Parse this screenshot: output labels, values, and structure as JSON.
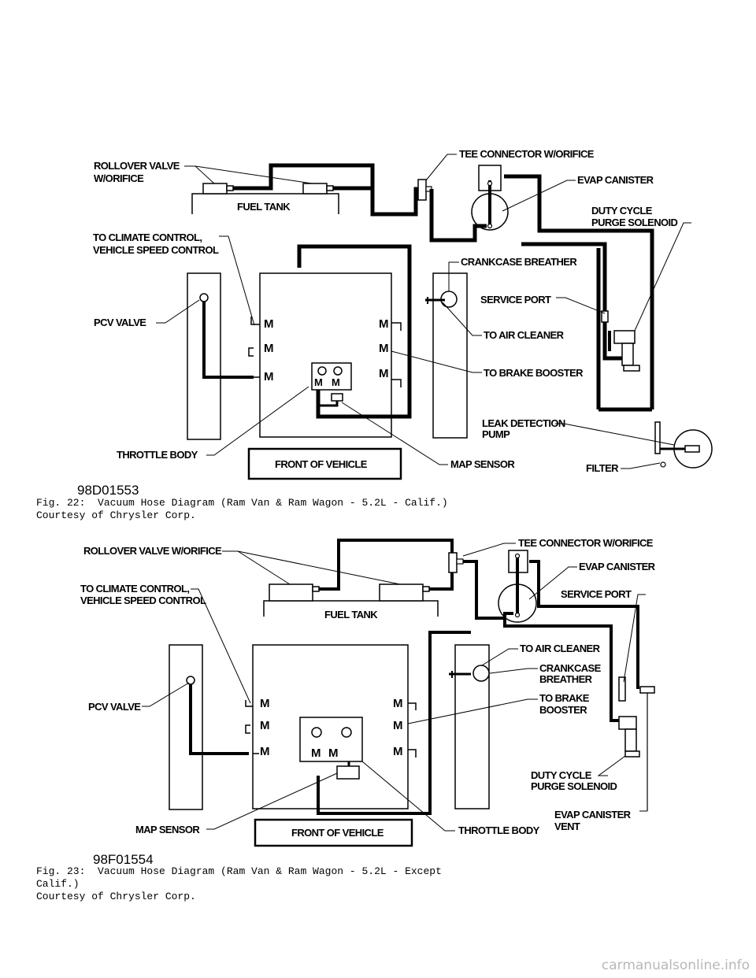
{
  "figure22": {
    "id": "98D01553",
    "labels": {
      "rollover": [
        "ROLLOVER VALVE",
        "W/ORIFICE"
      ],
      "tee": "TEE CONNECTOR W/ORIFICE",
      "evap_canister": "EVAP CANISTER",
      "duty_cycle": [
        "DUTY CYCLE",
        "PURGE SOLENOID"
      ],
      "fuel_tank": "FUEL TANK",
      "climate": [
        "TO CLIMATE CONTROL,",
        "VEHICLE SPEED CONTROL"
      ],
      "crankcase": "CRANKCASE BREATHER",
      "service_port": "SERVICE PORT",
      "pcv": "PCV VALVE",
      "air_cleaner": "TO AIR CLEANER",
      "brake": "TO BRAKE BOOSTER",
      "leak": [
        "LEAK DETECTION",
        "PUMP"
      ],
      "throttle": "THROTTLE BODY",
      "front": "FRONT OF VEHICLE",
      "map": "MAP SENSOR",
      "filter": "FILTER",
      "m": "M"
    },
    "caption_lines": [
      "Fig. 22:  Vacuum Hose Diagram (Ram Van & Ram Wagon - 5.2L - Calif.)",
      "Courtesy of Chrysler Corp."
    ]
  },
  "figure23": {
    "id": "98F01554",
    "labels": {
      "rollover": "ROLLOVER VALVE W/ORIFICE",
      "tee": "TEE CONNECTOR W/ORIFICE",
      "evap_canister": "EVAP CANISTER",
      "service_port": "SERVICE PORT",
      "climate": [
        "TO CLIMATE CONTROL,",
        "VEHICLE SPEED CONTROL"
      ],
      "fuel_tank": "FUEL TANK",
      "air_cleaner": "TO AIR CLEANER",
      "crankcase": [
        "CRANKCASE",
        "BREATHER"
      ],
      "brake": [
        "TO BRAKE",
        "BOOSTER"
      ],
      "pcv": "PCV VALVE",
      "duty_cycle": [
        "DUTY CYCLE",
        "PURGE SOLENOID"
      ],
      "evap_vent": [
        "EVAP CANISTER",
        "VENT"
      ],
      "map": "MAP SENSOR",
      "front": "FRONT OF VEHICLE",
      "throttle": "THROTTLE BODY",
      "m": "M"
    },
    "caption_lines": [
      "Fig. 23:  Vacuum Hose Diagram (Ram Van & Ram Wagon - 5.2L - Except",
      "Calif.)",
      "Courtesy of Chrysler Corp."
    ]
  },
  "watermark": "carmanualsonline.info"
}
